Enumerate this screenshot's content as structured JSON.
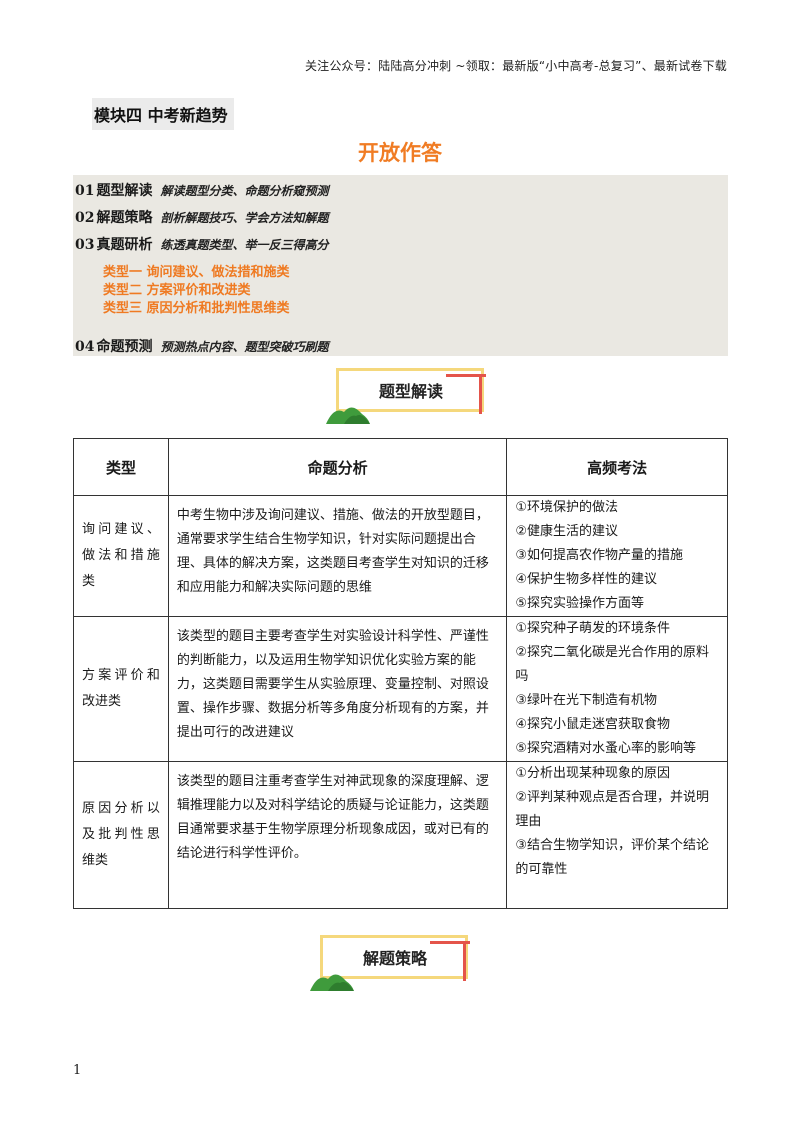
{
  "header_note": "关注公众号：陆陆高分冲刺  ~领取：最新版“小中高考-总复习”、最新试卷下载",
  "module_title": "模块四  中考新趋势",
  "page_heading": "开放作答",
  "toc": {
    "items": [
      {
        "num": "01",
        "name": "题型解读",
        "desc": "解读题型分类、命题分析窥预测"
      },
      {
        "num": "02",
        "name": "解题策略",
        "desc": "剖析解题技巧、学会方法知解题"
      },
      {
        "num": "03",
        "name": "真题研析",
        "desc": "练透真题类型、举一反三得高分"
      },
      {
        "num": "04",
        "name": "命题预测",
        "desc": "预测热点内容、题型突破巧刷题"
      }
    ],
    "subitems": [
      "类型一  询问建议、做法措和施类",
      "类型二 方案评价和改进类",
      "类型三 原因分析和批判性思维类"
    ]
  },
  "badges": {
    "section1": "题型解读",
    "section2": "解题策略"
  },
  "colors": {
    "accent_orange": "#f07c24",
    "toc_background": "#eae8e2",
    "badge_border": "#f5d87c",
    "badge_stripe": "#e4544a",
    "hill_green": "#3f9b3c"
  },
  "table": {
    "headers": [
      "类型",
      "命题分析",
      "高频考法"
    ],
    "rows": [
      {
        "type": "询问建议、做法和措施类",
        "analysis": "中考生物中涉及询问建议、措施、做法的开放型题目，通常要求学生结合生物学知识，针对实际问题提出合理、具体的解决方案，这类题目考查学生对知识的迁移和应用能力和解决实际问题的思维",
        "methods": [
          "①环境保护的做法",
          "②健康生活的建议",
          "③如何提高农作物产量的措施",
          "④保护生物多样性的建议",
          "⑤探究实验操作方面等"
        ]
      },
      {
        "type": "方案评价和改进类",
        "analysis": "该类型的题目主要考查学生对实验设计科学性、严谨性的判断能力，以及运用生物学知识优化实验方案的能力，这类题目需要学生从实验原理、变量控制、对照设置、操作步骤、数据分析等多角度分析现有的方案，并提出可行的改进建议",
        "methods": [
          "①探究种子萌发的环境条件",
          "②探究二氧化碳是光合作用的原料吗",
          "③绿叶在光下制造有机物",
          "④探究小鼠走迷宫获取食物",
          "⑤探究酒精对水蚤心率的影响等"
        ]
      },
      {
        "type": "原因分析以及批判性思维类",
        "analysis": "该类型的题目注重考查学生对神武现象的深度理解、逻辑推理能力以及对科学结论的质疑与论证能力，这类题目通常要求基于生物学原理分析现象成因，或对已有的结论进行科学性评价。",
        "methods": [
          "①分析出现某种现象的原因",
          "②评判某种观点是否合理，并说明理由",
          "③结合生物学知识，评价某个结论的可靠性"
        ]
      }
    ]
  },
  "page_number": "1"
}
